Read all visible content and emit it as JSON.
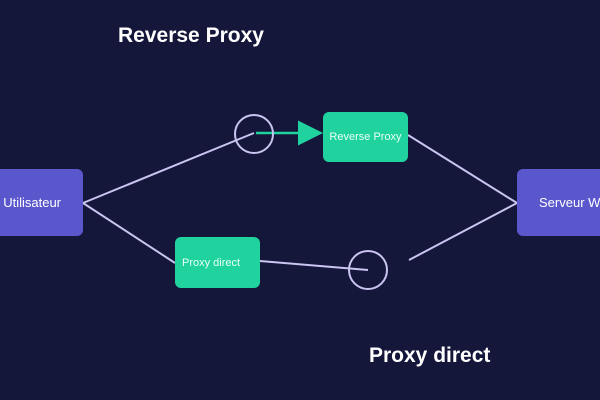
{
  "titles": {
    "top": "Reverse Proxy",
    "bottom": "Proxy direct"
  },
  "nodes": {
    "user": "Utilisateur",
    "reverse_proxy": "Reverse Proxy",
    "proxy_direct": "Proxy direct",
    "web_server": "Serveur Web"
  },
  "colors": {
    "background": "#14163a",
    "endpoint_node": "#5a57cc",
    "proxy_node": "#20d39e",
    "line": "#c9c4f0",
    "arrow": "#20d39e"
  }
}
